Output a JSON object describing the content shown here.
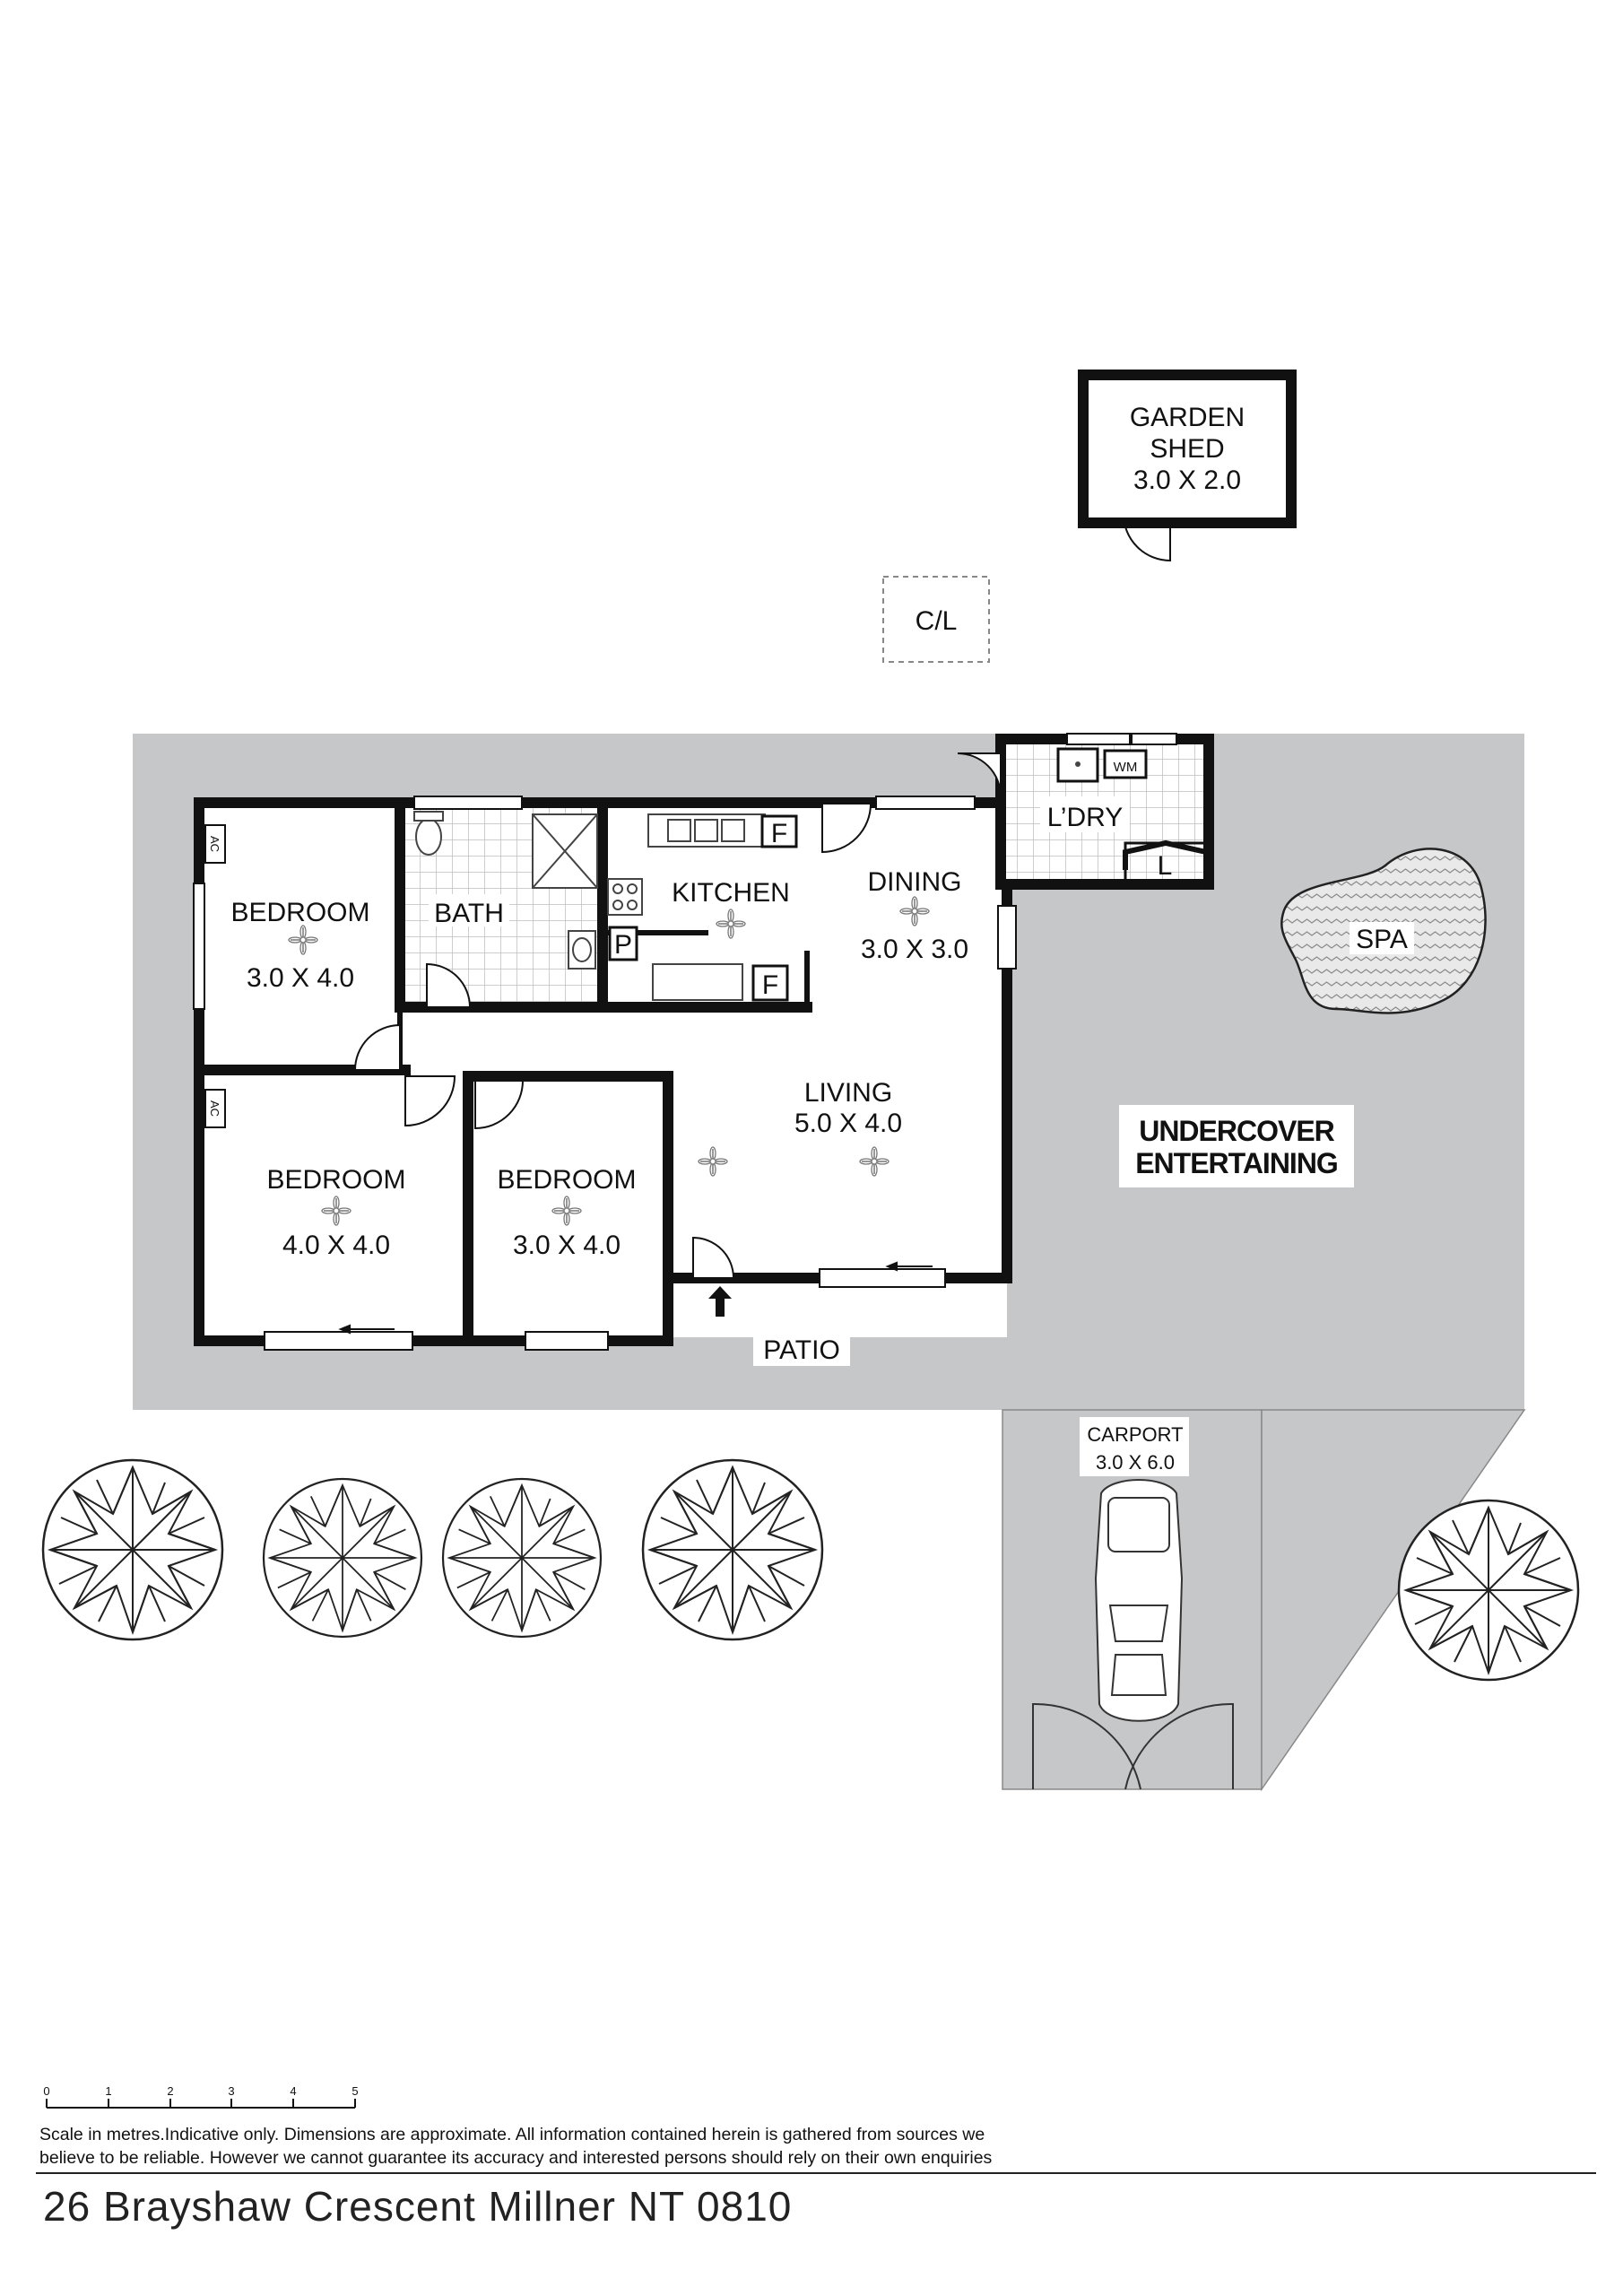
{
  "rooms": {
    "garden_shed": {
      "name_line1": "GARDEN",
      "name_line2": "SHED",
      "dims": "3.0 X 2.0"
    },
    "cl": "C/L",
    "bedroom1": {
      "name": "BEDROOM",
      "dims": "3.0 X 4.0"
    },
    "bath": "BATH",
    "kitchen": "KITCHEN",
    "dining": {
      "name": "DINING",
      "dims": "3.0 X 3.0"
    },
    "laundry": "L’DRY",
    "living": {
      "name": "LIVING",
      "dims": "5.0 X 4.0"
    },
    "bedroom2": {
      "name": "BEDROOM",
      "dims": "4.0 X 4.0"
    },
    "bedroom3": {
      "name": "BEDROOM",
      "dims": "3.0 X 4.0"
    },
    "undercover_line1": "UNDERCOVER",
    "undercover_line2": "ENTERTAINING",
    "spa": "SPA",
    "patio": "PATIO",
    "carport": {
      "name": "CARPORT",
      "dims": "3.0 X 6.0"
    }
  },
  "fixtures": {
    "fridge": "F",
    "freezer": "F",
    "pantry": "P",
    "linen": "L",
    "washing_machine": "WM",
    "ac": "AC"
  },
  "scale_bar": {
    "ticks": [
      "0",
      "1",
      "2",
      "3",
      "4",
      "5"
    ]
  },
  "disclaimer_line1": "Scale in metres.Indicative only. Dimensions are approximate. All information contained herein is gathered from sources we",
  "disclaimer_line2": "believe to be reliable. However we cannot guarantee its accuracy and interested persons should rely on their own enquiries",
  "address": "26 Brayshaw Crescent Millner NT 0810",
  "colors": {
    "outdoor_grey": "#c6c7c9",
    "wall": "#111111",
    "tile_line": "#b5b5b5"
  }
}
